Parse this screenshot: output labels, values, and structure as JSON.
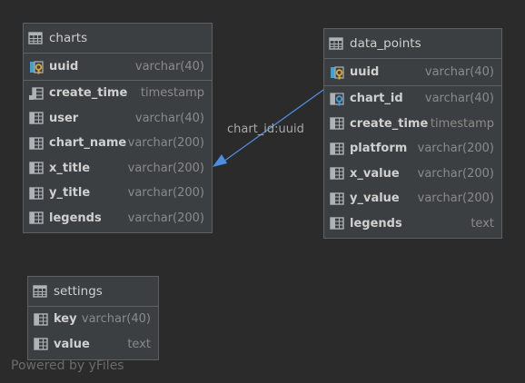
{
  "tables": {
    "charts": {
      "name": "charts",
      "columns": [
        {
          "name": "uuid",
          "type": "varchar(40)",
          "icon": "primary-key-column-icon"
        },
        {
          "name": "create_time",
          "type": "timestamp",
          "icon": "nullable-column-icon"
        },
        {
          "name": "user",
          "type": "varchar(40)",
          "icon": "column-icon"
        },
        {
          "name": "chart_name",
          "type": "varchar(200)",
          "icon": "column-icon"
        },
        {
          "name": "x_title",
          "type": "varchar(200)",
          "icon": "column-icon"
        },
        {
          "name": "y_title",
          "type": "varchar(200)",
          "icon": "column-icon"
        },
        {
          "name": "legends",
          "type": "varchar(200)",
          "icon": "column-icon"
        }
      ]
    },
    "data_points": {
      "name": "data_points",
      "columns": [
        {
          "name": "uuid",
          "type": "varchar(40)",
          "icon": "primary-key-column-icon"
        },
        {
          "name": "chart_id",
          "type": "varchar(40)",
          "icon": "foreign-key-column-icon"
        },
        {
          "name": "create_time",
          "type": "timestamp",
          "icon": "column-icon"
        },
        {
          "name": "platform",
          "type": "varchar(200)",
          "icon": "column-icon"
        },
        {
          "name": "x_value",
          "type": "varchar(200)",
          "icon": "column-icon"
        },
        {
          "name": "y_value",
          "type": "varchar(200)",
          "icon": "column-icon"
        },
        {
          "name": "legends",
          "type": "text",
          "icon": "column-icon"
        }
      ]
    },
    "settings": {
      "name": "settings",
      "columns": [
        {
          "name": "key",
          "type": "varchar(40)",
          "icon": "column-icon"
        },
        {
          "name": "value",
          "type": "text",
          "icon": "column-icon"
        }
      ]
    }
  },
  "relation": {
    "label": "chart_id:uuid",
    "from": "data_points.chart_id",
    "to": "charts.uuid"
  },
  "watermark": "Powered by yFiles",
  "colors": {
    "background": "#2b2b2b",
    "table_bg": "#3c3f41",
    "border": "#5e6060",
    "edge": "#4a8fe0",
    "key_gold": "#e0a82e",
    "fk_blue": "#40a0d8"
  }
}
